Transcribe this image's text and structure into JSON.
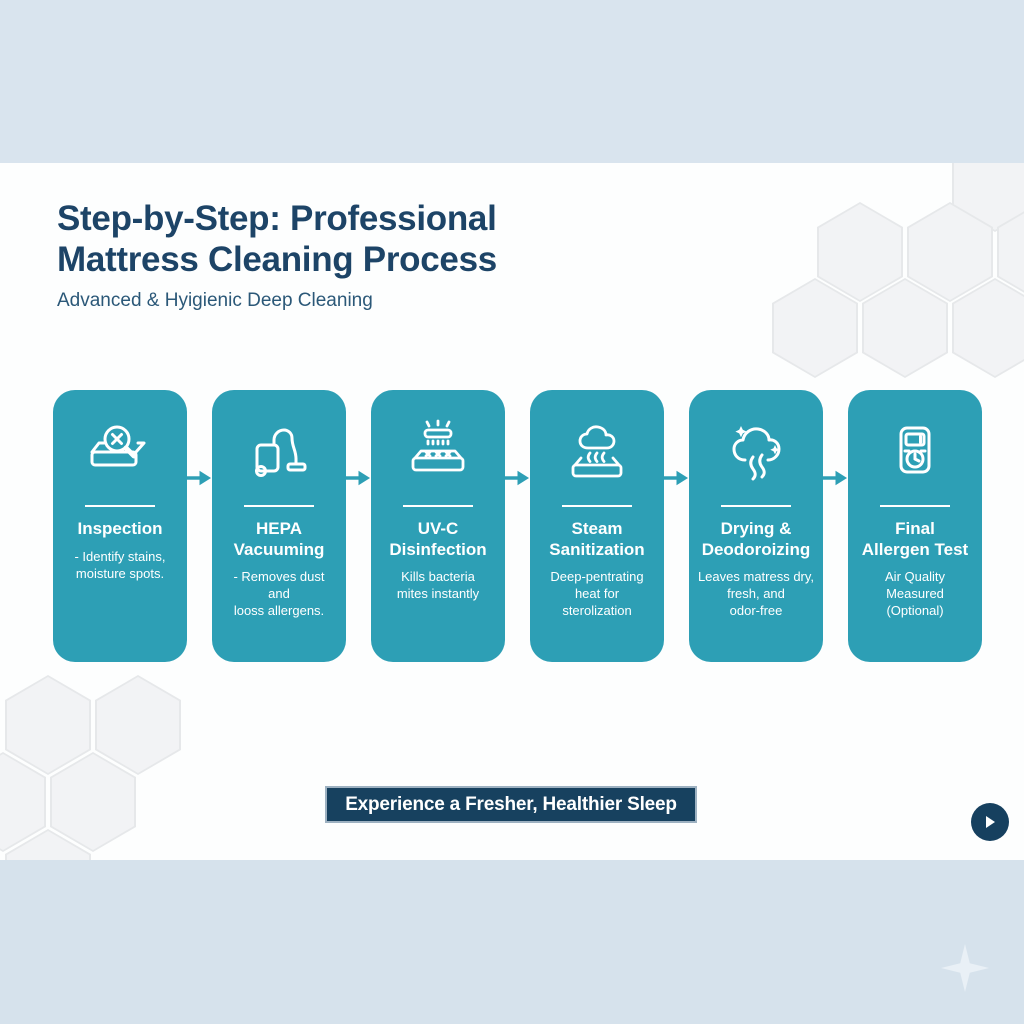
{
  "infographic": {
    "title": "Step-by-Step: Professional\nMattress Cleaning Process",
    "subtitle": "Advanced & Hyigienic Deep Cleaning",
    "steps": [
      {
        "icon": "mattress-inspection-magnifier-icon",
        "title": "Inspection",
        "description": "- Identify stains,\nmoisture spots."
      },
      {
        "icon": "vacuum-cleaner-icon",
        "title": "HEPA\nVacuuming",
        "description": "- Removes dust\nand\nlooss allergens."
      },
      {
        "icon": "uv-lamp-mattress-icon",
        "title": "UV-C\nDisinfection",
        "description": "Kills bacteria\nmites instantly"
      },
      {
        "icon": "steam-cloud-mattress-icon",
        "title": "Steam\nSanitization",
        "description": "Deep-pentrating\nheat for\nsterolization"
      },
      {
        "icon": "drying-cloud-sparkles-icon",
        "title": "Drying &\nDeodoroizing",
        "description": "Leaves matress dry,\nfresh, and\nodor-free"
      },
      {
        "icon": "allergen-meter-icon",
        "title": "Final\nAllergen Test",
        "description": "Air Quality\nMeasured\n(Optional)"
      }
    ],
    "cta_banner": "Experience a Fresher, Healthier Sleep",
    "colors": {
      "card_teal": "#2d9fb5",
      "title_navy": "#1d4467",
      "banner_navy": "#17415f",
      "band_blue": "#d9e4ee"
    }
  }
}
